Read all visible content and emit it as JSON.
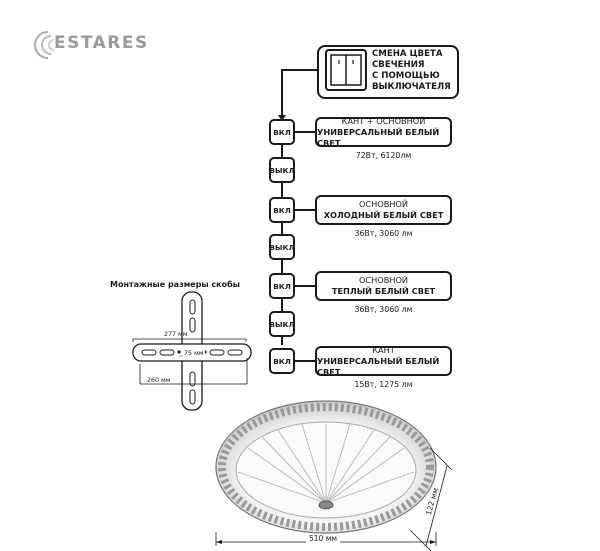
{
  "brand": {
    "logo_text": "ESTARES"
  },
  "switch_panel": {
    "lines": [
      "СМЕНА ЦВЕТА",
      "СВЕЧЕНИЯ",
      "С ПОМОЩЬЮ",
      "ВЫКЛЮЧАТЕЛЯ"
    ]
  },
  "steps": [
    {
      "label": "ВКЛ",
      "mode_line1": "КАНТ + ОСНОВНОЙ",
      "mode_line2": "УНИВЕРСАЛЬНЫЙ БЕЛЫЙ СВЕТ",
      "power": "72Вт, 6120лм"
    },
    {
      "label": "ВЫКЛ"
    },
    {
      "label": "ВКЛ",
      "mode_line1": "ОСНОВНОЙ",
      "mode_line2": "ХОЛОДНЫЙ БЕЛЫЙ СВЕТ",
      "power": "36Вт, 3060 лм"
    },
    {
      "label": "ВЫКЛ"
    },
    {
      "label": "ВКЛ",
      "mode_line1": "ОСНОВНОЙ",
      "mode_line2": "ТЕПЛЫЙ БЕЛЫЙ СВЕТ",
      "power": "36Вт, 3060 лм"
    },
    {
      "label": "ВЫКЛ"
    },
    {
      "label": "ВКЛ",
      "mode_line1": "КАНТ",
      "mode_line2": "УНИВЕРСАЛЬНЫЙ БЕЛЫЙ СВЕТ",
      "power": "15Вт, 1275 лм"
    }
  ],
  "bracket": {
    "title": "Монтажные размеры скобы",
    "dim_277": "277 мм",
    "dim_75": "75 мм",
    "dim_260": "260 мм"
  },
  "lamp": {
    "width": "510 мм",
    "height": "122 мм"
  }
}
